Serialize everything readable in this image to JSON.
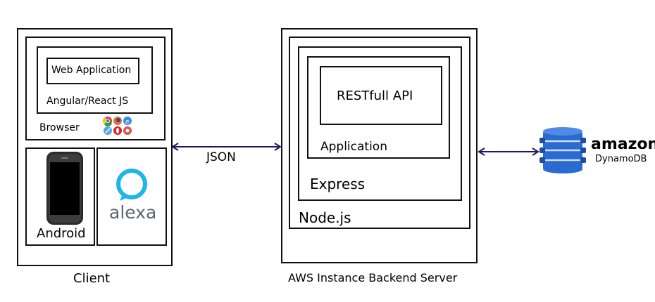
{
  "client": {
    "web_app_label": "Web Application",
    "framework_label": "Angular/React JS",
    "browser_label": "Browser",
    "android_label": "Android",
    "alexa_label": "alexa",
    "client_caption": "Client"
  },
  "connector": {
    "json_label": "JSON"
  },
  "server": {
    "api_label": "RESTfull API",
    "application_label": "Application",
    "express_label": "Express",
    "node_label": "Node.js",
    "server_caption": "AWS Instance Backend Server"
  },
  "database": {
    "brand_label": "amazon",
    "product_label": "DynamoDB"
  },
  "colors": {
    "arrow": "#1a1a5e",
    "alexa": "#1fb6e6",
    "dynamodb": "#2a6ad1"
  }
}
